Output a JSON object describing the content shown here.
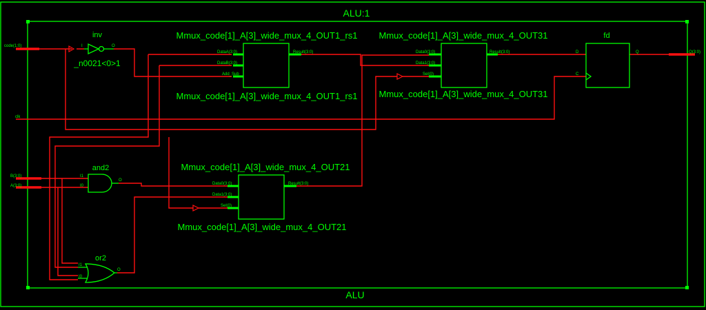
{
  "window": {
    "title": "ALU:1",
    "footer": "ALU"
  },
  "ports": {
    "code": "code(1:0)",
    "clk": "clk",
    "b": "B(3:0)",
    "a": "A(3:0)",
    "out": "Q(3:0)"
  },
  "inv": {
    "title": "inv",
    "label": "_n0021<0>1",
    "pin_in": "I",
    "pin_out": "O"
  },
  "mux1": {
    "title": "Mmux_code[1]_A[3]_wide_mux_4_OUT1_rs1",
    "bottom": "Mmux_code[1]_A[3]_wide_mux_4_OUT1_rs1",
    "pin_a": "DataA(3:0)",
    "pin_b": "DataB(3:0)",
    "pin_c": "Add_Sub",
    "pin_out": "Result(3:0)"
  },
  "mux3": {
    "title": "Mmux_code[1]_A[3]_wide_mux_4_OUT31",
    "bottom": "Mmux_code[1]_A[3]_wide_mux_4_OUT31",
    "pin_a": "Data0(3:0)",
    "pin_b": "Data1(3:0)",
    "pin_c": "Sel(0)",
    "pin_out": "Result(3:0)"
  },
  "mux2": {
    "title": "Mmux_code[1]_A[3]_wide_mux_4_OUT21",
    "bottom": "Mmux_code[1]_A[3]_wide_mux_4_OUT21",
    "pin_a": "Data0(3:0)",
    "pin_b": "Data1(3:0)",
    "pin_c": "Sel(0)",
    "pin_out": "Result(3:0)"
  },
  "fd": {
    "title": "fd",
    "pin_d": "D",
    "pin_c": "C",
    "pin_q": "Q"
  },
  "and2": {
    "title": "and2",
    "pin_i1": "I1",
    "pin_i0": "I0",
    "pin_o": "O"
  },
  "or2": {
    "title": "or2",
    "pin_i1": "I1",
    "pin_i0": "I0",
    "pin_o": "O"
  },
  "colors": {
    "frame": "#00ff00",
    "wire": "#ff1010",
    "background": "#000000"
  }
}
